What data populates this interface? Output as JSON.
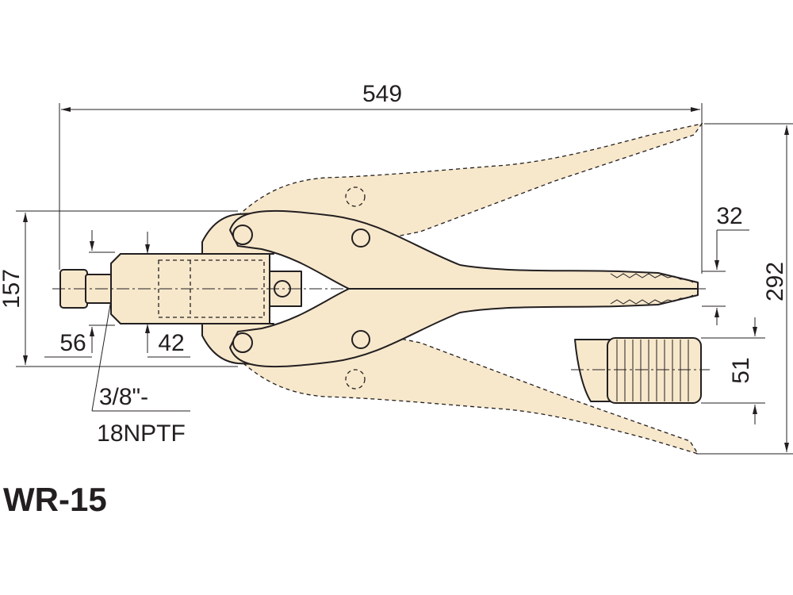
{
  "model": "WR-15",
  "dimensions": {
    "overall_length": "549",
    "open_width": "292",
    "height": "157",
    "tip_width": "32",
    "fitting_width": "56",
    "cylinder_width": "42",
    "attachment_dia": "51"
  },
  "port": {
    "line1": "3/8\"-",
    "line2": "18NPTF"
  },
  "colors": {
    "body_fill": "#f7e8cc",
    "line": "#231f20"
  }
}
